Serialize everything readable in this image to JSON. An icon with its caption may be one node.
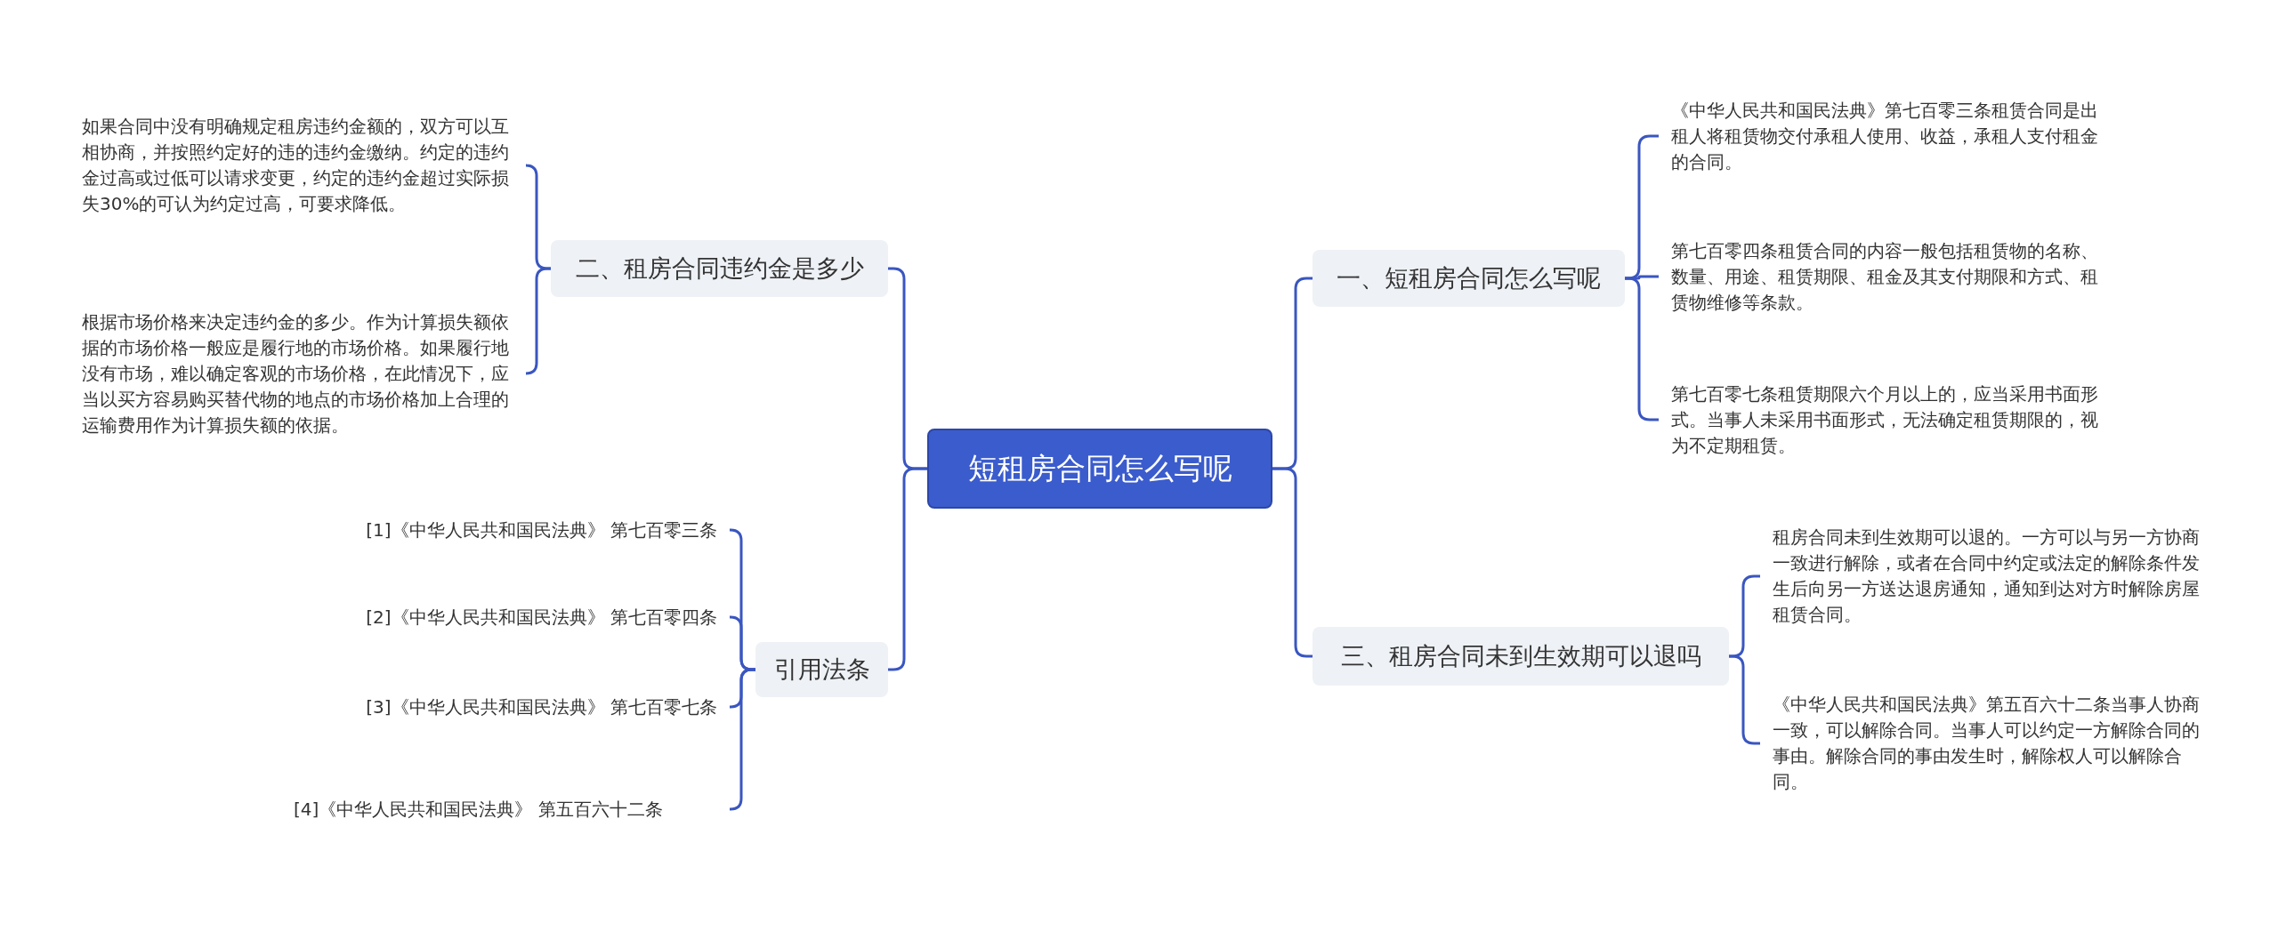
{
  "diagram": {
    "nodes": [
      {
        "text": [
          "短租房合同怎么写呢"
        ]
      },
      {
        "text": [
          "一、短租房合同怎么写呢"
        ]
      },
      {
        "text": [
          "《中华人民共和国民法典》第七百零三条租赁合同是出租人将租赁物交付承租人使用、收益，承租人支付租金的合同。"
        ]
      },
      {
        "text": [
          "第七百零四条租赁合同的内容一般包括租赁物的名称、数量、用途、租赁期限、租金及其支付期限和方式、租赁物维修等条款。"
        ]
      },
      {
        "text": [
          "第七百零七条租赁期限六个月以上的，应当采用书面形式。当事人未采用书面形式，无法确定租赁期限的，视为不定期租赁。"
        ]
      },
      {
        "text": [
          "三、租房合同未到生效期可以退吗"
        ]
      },
      {
        "text": [
          "租房合同未到生效期可以退的。一方可以与另一方协商一致进行解除，或者在合同中约定或法定的解除条件发生后向另一方送达退房通知，通知到达对方时解除房屋租赁合同。"
        ]
      },
      {
        "text": [
          "《中华人民共和国民法典》第五百六十二条当事人协商一致，可以解除合同。当事人可以约定一方解除合同的事由。解除合同的事由发生时，解除权人可以解除合同。"
        ]
      },
      {
        "text": [
          "二、租房合同违约金是多少"
        ]
      },
      {
        "text": [
          "如果合同中没有明确规定租房违约金额的，双方可以互相协商，并按照约定好的违的违约金缴纳。约定的违约金过高或过低可以请求变更，约定的违约金超过实际损失30%的可认为约定过高，可要求降低。"
        ]
      },
      {
        "text": [
          "根据市场价格来决定违约金的多少。作为计算损失额依据的市场价格一般应是履行地的市场价格。如果履行地没有市场，难以确定客观的市场价格，在此情况下，应当以买方容易购买替代物的地点的市场价格加上合理的运输费用作为计算损失额的依据。"
        ]
      },
      {
        "text": [
          "引用法条"
        ]
      },
      {
        "text": [
          "[1]《中华人民共和国民法典》 第七百零三条"
        ]
      },
      {
        "text": [
          "[2]《中华人民共和国民法典》 第七百零四条"
        ]
      },
      {
        "text": [
          "[3]《中华人民共和国民法典》 第七百零七条"
        ]
      },
      {
        "text": [
          "[4]《中华人民共和国民法典》 第五百六十二条"
        ]
      }
    ],
    "edges": [
      {
        "from": 0,
        "to": 1,
        "arrow": "none"
      },
      {
        "from": 1,
        "to": 2,
        "arrow": "none"
      },
      {
        "from": 1,
        "to": 3,
        "arrow": "none"
      },
      {
        "from": 1,
        "to": 4,
        "arrow": "none"
      },
      {
        "from": 0,
        "to": 5,
        "arrow": "none"
      },
      {
        "from": 5,
        "to": 6,
        "arrow": "none"
      },
      {
        "from": 5,
        "to": 7,
        "arrow": "none"
      },
      {
        "from": 0,
        "to": 8,
        "arrow": "none"
      },
      {
        "from": 8,
        "to": 9,
        "arrow": "none"
      },
      {
        "from": 8,
        "to": 10,
        "arrow": "none"
      },
      {
        "from": 0,
        "to": 11,
        "arrow": "none"
      },
      {
        "from": 11,
        "to": 12,
        "arrow": "none"
      },
      {
        "from": 11,
        "to": 13,
        "arrow": "none"
      },
      {
        "from": 11,
        "to": 14,
        "arrow": "none"
      },
      {
        "from": 11,
        "to": 15,
        "arrow": "none"
      }
    ]
  }
}
